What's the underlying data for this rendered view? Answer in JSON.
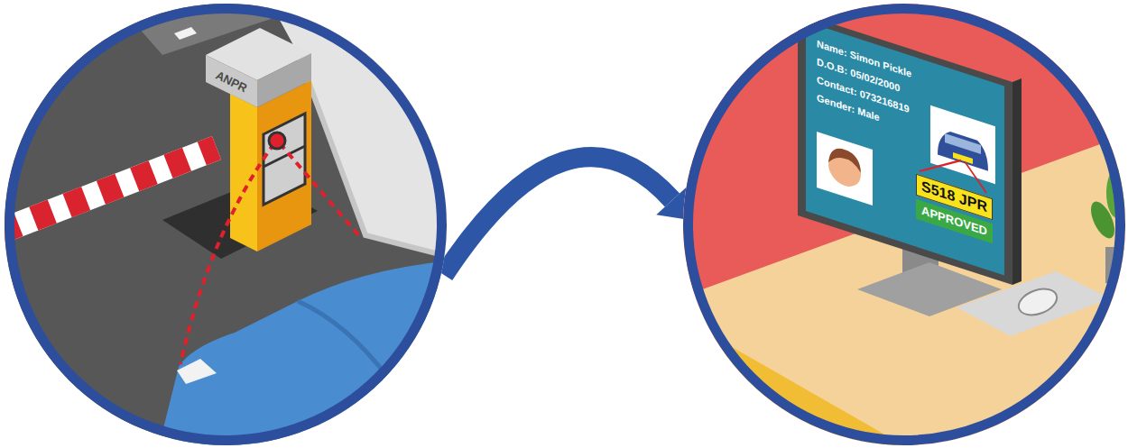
{
  "diagram": {
    "nodes": [
      {
        "text": [
          "ANPR"
        ]
      },
      {
        "text": [
          "Name: Simon Pickle",
          "D.O.B: 05/02/2000",
          "Contact: 073216819",
          "Gender: Male"
        ]
      },
      {
        "text": [
          "S518 JPR"
        ],
        "in": 1
      },
      {
        "text": [
          "APPROVED"
        ],
        "in": 1
      }
    ]
  }
}
